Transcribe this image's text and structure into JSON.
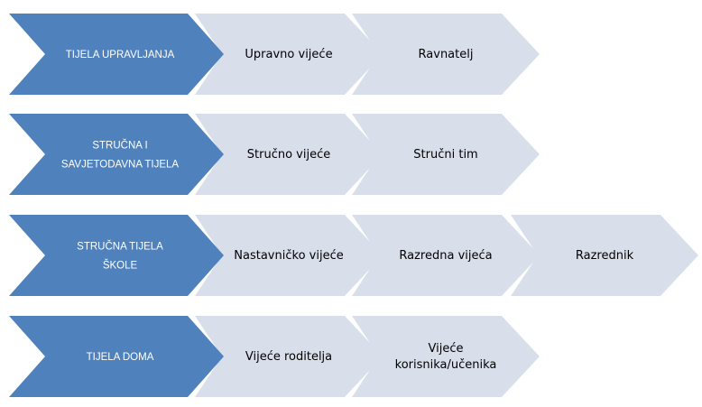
{
  "colors": {
    "header_fill": "#4f81bd",
    "item_fill": "#d9dfea",
    "header_text": "#ffffff",
    "item_text": "#000000"
  },
  "rows": [
    {
      "label_lines": [
        "TIJELA UPRAVLJANJA"
      ],
      "items": [
        {
          "lines": [
            "Upravno vijeće"
          ]
        },
        {
          "lines": [
            "Ravnatelj"
          ]
        }
      ]
    },
    {
      "label_lines": [
        "STRUČNA I",
        "SAVJETODAVNA TIJELA"
      ],
      "items": [
        {
          "lines": [
            "Stručno vijeće"
          ]
        },
        {
          "lines": [
            "Stručni tim"
          ]
        }
      ]
    },
    {
      "label_lines": [
        "STRUČNA TIJELA",
        "ŠKOLE"
      ],
      "items": [
        {
          "lines": [
            "Nastavničko vijeće"
          ]
        },
        {
          "lines": [
            "Razredna vijeća"
          ]
        },
        {
          "lines": [
            "Razrednik"
          ]
        }
      ]
    },
    {
      "label_lines": [
        "TIJELA DOMA"
      ],
      "items": [
        {
          "lines": [
            "Vijeće roditelja"
          ]
        },
        {
          "lines": [
            "Vijeće",
            "korisnika/učenika"
          ]
        }
      ]
    }
  ]
}
